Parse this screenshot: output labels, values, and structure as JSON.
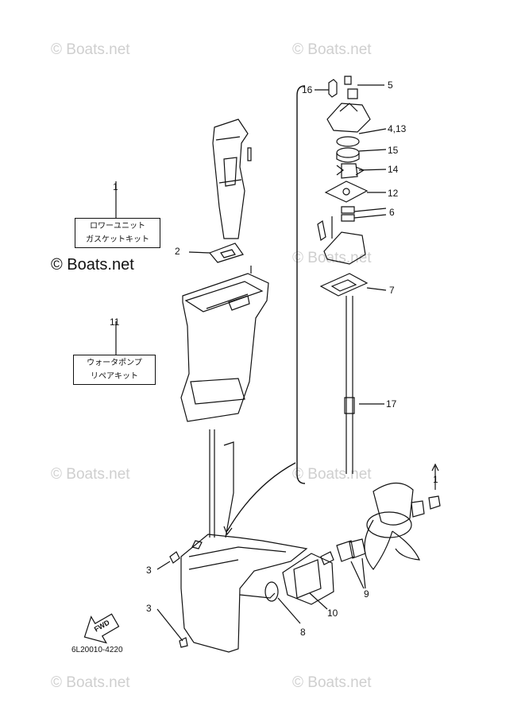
{
  "watermark": {
    "text": "© Boats.net",
    "color": "#cfcfcf"
  },
  "kits": {
    "gasket_kit": {
      "callout": "1",
      "line1": "ロワーユニット",
      "line2": "ガスケットキット"
    },
    "repair_kit": {
      "callout": "11",
      "line1": "ウォータポンプ",
      "line2": "リペアキット"
    }
  },
  "callouts": {
    "c2": "2",
    "c3a": "3",
    "c3b": "3",
    "c4_13": "4,13",
    "c5": "5",
    "c6": "6",
    "c7": "7",
    "c8": "8",
    "c9": "9",
    "c10": "10",
    "c12": "12",
    "c14": "14",
    "c15": "15",
    "c16": "16",
    "c17": "17",
    "c1_prop": "1"
  },
  "fwd_label": "FWD",
  "diagram_code": "6L20010-4220"
}
